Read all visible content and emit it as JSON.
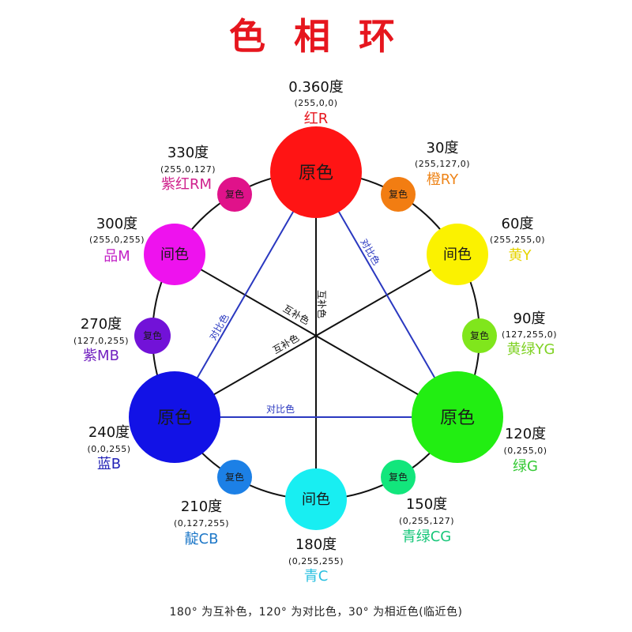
{
  "title": "色 相 环",
  "hues": [
    {
      "degree": "0.360度",
      "rgb": "(255,0,0)",
      "name": "红R",
      "kind": "原色",
      "fill": "#ff1414",
      "label_color": "#e6161e"
    },
    {
      "degree": "30度",
      "rgb": "(255,127,0)",
      "name": "橙RY",
      "kind": "复色",
      "fill": "#f27d12",
      "label_color": "#ee8418"
    },
    {
      "degree": "60度",
      "rgb": "(255,255,0)",
      "name": "黄Y",
      "kind": "间色",
      "fill": "#fbf200",
      "label_color": "#e6d400"
    },
    {
      "degree": "90度",
      "rgb": "(127,255,0)",
      "name": "黄绿YG",
      "kind": "复色",
      "fill": "#80e61c",
      "label_color": "#80d225"
    },
    {
      "degree": "120度",
      "rgb": "(0,255,0)",
      "name": "绿G",
      "kind": "原色",
      "fill": "#22ee12",
      "label_color": "#35c935"
    },
    {
      "degree": "150度",
      "rgb": "(0,255,127)",
      "name": "青绿CG",
      "kind": "复色",
      "fill": "#12e67c",
      "label_color": "#16c679"
    },
    {
      "degree": "180度",
      "rgb": "(0,255,255)",
      "name": "青C",
      "kind": "间色",
      "fill": "#18eef2",
      "label_color": "#2ac0e0"
    },
    {
      "degree": "210度",
      "rgb": "(0,127,255)",
      "name": "靛CB",
      "kind": "复色",
      "fill": "#1c80e6",
      "label_color": "#1e78c8"
    },
    {
      "degree": "240度",
      "rgb": "(0,0,255)",
      "name": "蓝B",
      "kind": "原色",
      "fill": "#1212e6",
      "label_color": "#2222b6"
    },
    {
      "degree": "270度",
      "rgb": "(127,0,255)",
      "name": "紫MB",
      "kind": "复色",
      "fill": "#7212d8",
      "label_color": "#7222c0"
    },
    {
      "degree": "300度",
      "rgb": "(255,0,255)",
      "name": "品M",
      "kind": "间色",
      "fill": "#ee12ee",
      "label_color": "#c222c6"
    },
    {
      "degree": "330度",
      "rgb": "(255,0,127)",
      "name": "紫红RM",
      "kind": "复色",
      "fill": "#e0128a",
      "label_color": "#cf208c"
    }
  ],
  "line_labels": {
    "complementary": "互补色",
    "contrast": "对比色"
  },
  "colors": {
    "title": "#e6161e",
    "wheel": "#111111",
    "complementary_line": "#111111",
    "contrast_line": "#2a38c0"
  },
  "footer": "180° 为互补色，120° 为对比色，30° 为相近色(临近色)"
}
